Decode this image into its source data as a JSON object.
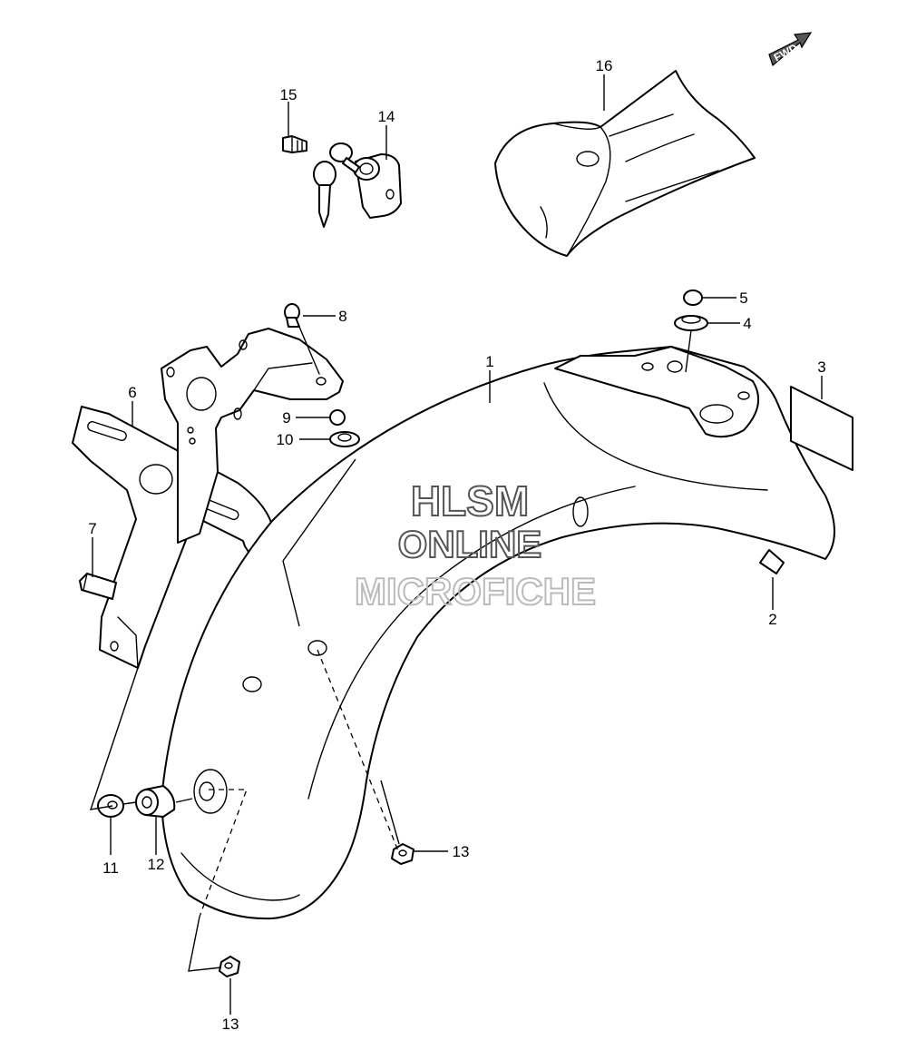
{
  "fwd_label": "FWD",
  "watermark": {
    "line1": "HLSM",
    "line2": "ONLINE",
    "line3": "MICROFICHE",
    "color": "#555555",
    "faint_color": "#bbbbbb"
  },
  "callouts": {
    "c1": "1",
    "c2": "2",
    "c3": "3",
    "c4": "4",
    "c5": "5",
    "c6": "6",
    "c7": "7",
    "c8": "8",
    "c9": "9",
    "c10": "10",
    "c11": "11",
    "c12": "12",
    "c13a": "13",
    "c13b": "13",
    "c14": "14",
    "c15": "15",
    "c16": "16"
  }
}
